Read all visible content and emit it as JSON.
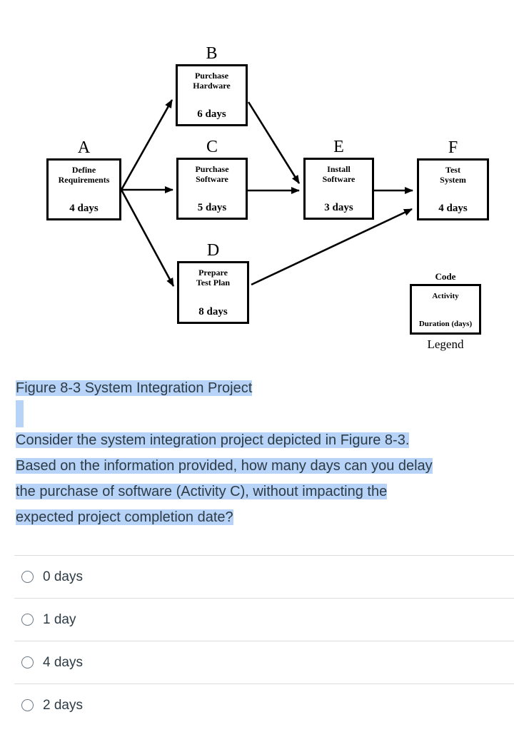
{
  "colors": {
    "selection_highlight": "#b8d3f8",
    "body_text": "#2d3b45",
    "divider": "#dcdcdc",
    "diagram_ink": "#000000"
  },
  "diagram": {
    "nodes": [
      {
        "code": "A",
        "name_lines": [
          "Define",
          "Requirements"
        ],
        "duration": "4 days"
      },
      {
        "code": "B",
        "name_lines": [
          "Purchase",
          "Hardware"
        ],
        "duration": "6 days"
      },
      {
        "code": "C",
        "name_lines": [
          "Purchase",
          "Software"
        ],
        "duration": "5 days"
      },
      {
        "code": "D",
        "name_lines": [
          "Prepare",
          "Test Plan"
        ],
        "duration": "8 days"
      },
      {
        "code": "E",
        "name_lines": [
          "Install",
          "Software"
        ],
        "duration": "3 days"
      },
      {
        "code": "F",
        "name_lines": [
          "Test",
          "System"
        ],
        "duration": "4 days"
      }
    ],
    "dependencies": [
      "A-B",
      "A-C",
      "A-D",
      "B-E",
      "C-E",
      "E-F",
      "D-F"
    ],
    "legend": {
      "code_label": "Code",
      "activity_label": "Activity",
      "duration_label": "Duration (days)",
      "caption": "Legend"
    }
  },
  "question": {
    "figure_caption": "Figure 8-3 System Integration Project",
    "lines": [
      "Consider the system integration project depicted in Figure 8-3.",
      "Based on the information provided, how many days can you delay",
      "the purchase of software (Activity C), without impacting the",
      "expected project completion date?"
    ]
  },
  "options": {
    "items": [
      {
        "label": "0 days",
        "selected": false
      },
      {
        "label": "1 day",
        "selected": false
      },
      {
        "label": "4 days",
        "selected": false
      },
      {
        "label": "2 days",
        "selected": false
      }
    ]
  }
}
